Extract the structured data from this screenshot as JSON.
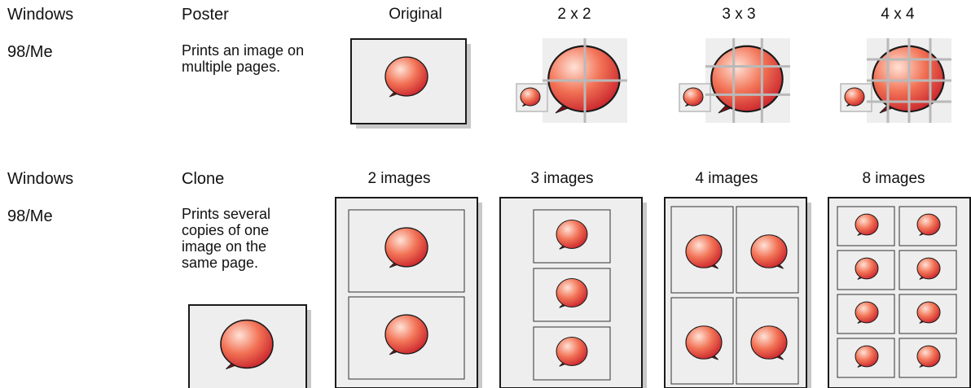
{
  "colors": {
    "page": "#eeeeee",
    "shadow": "#c8c8c8",
    "frame": "#1a1a1a",
    "balloon_light": "#ffe2d6",
    "balloon_mid": "#f27356",
    "balloon_dark": "#c7202a",
    "grid": "#b9b9b9"
  },
  "poster": {
    "os_line1": "Windows",
    "os_line2": "98/Me",
    "name": "Poster",
    "description": "Prints an image on multiple pages.",
    "headers": [
      "Original",
      "2 x 2",
      "3 x 3",
      "4 x 4"
    ],
    "grid_divisions": [
      2,
      3,
      4
    ]
  },
  "clone": {
    "os_line1": "Windows",
    "os_line2": "98/Me",
    "name": "Clone",
    "description": "Prints several copies of one image on the same page.",
    "headers": [
      "2 images",
      "3 images",
      "4 images",
      "8 images"
    ],
    "copies": [
      2,
      3,
      4,
      8
    ]
  }
}
